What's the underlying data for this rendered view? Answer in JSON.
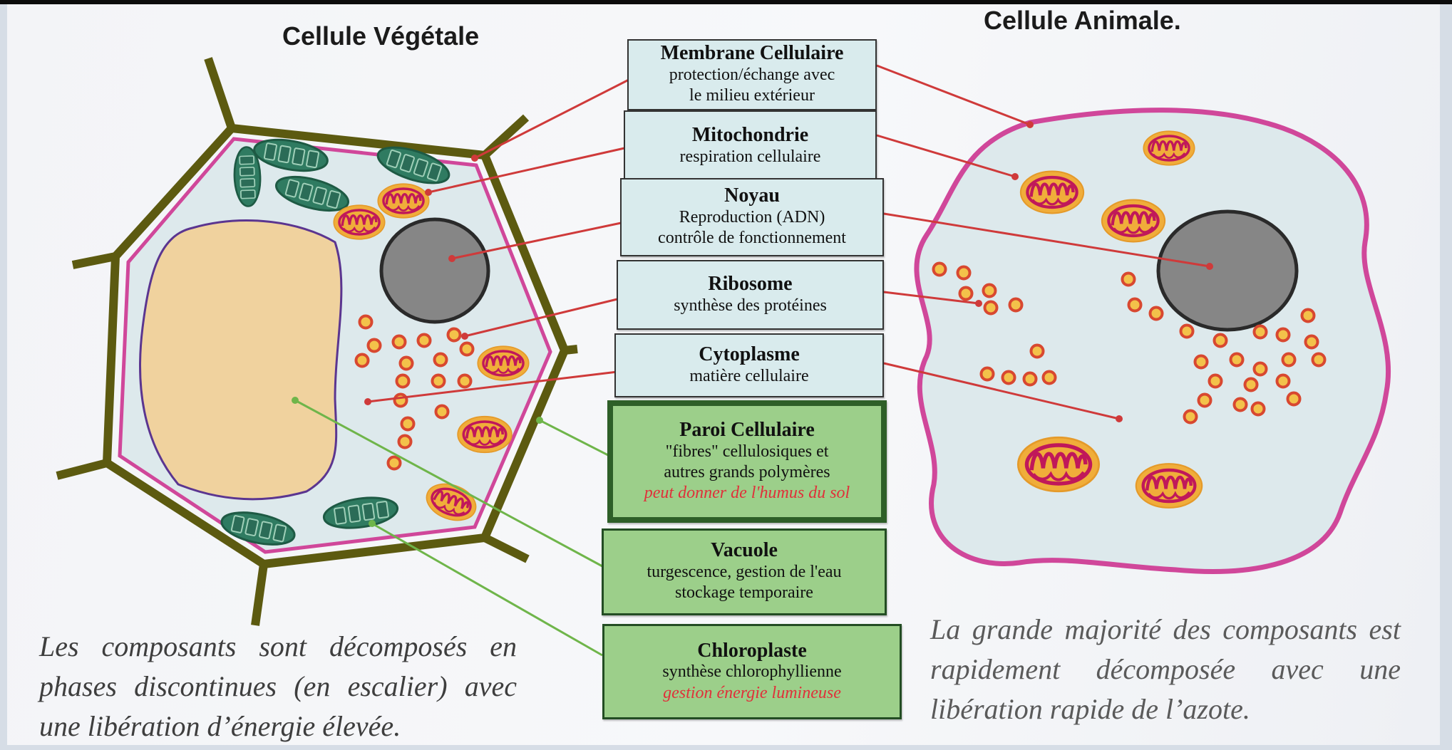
{
  "titles": {
    "plant": "Cellule Végétale",
    "animal": "Cellule Animale."
  },
  "components": [
    {
      "id": "membrane",
      "title": "Membrane Cellulaire",
      "lines": [
        "protection/échange avec",
        "le milieu extérieur"
      ],
      "note": ""
    },
    {
      "id": "mitochondrie",
      "title": "Mitochondrie",
      "lines": [
        "respiration cellulaire"
      ],
      "note": ""
    },
    {
      "id": "noyau",
      "title": "Noyau",
      "lines": [
        "Reproduction (ADN)",
        "contrôle de fonctionnement"
      ],
      "note": ""
    },
    {
      "id": "ribosome",
      "title": "Ribosome",
      "lines": [
        "synthèse des protéines"
      ],
      "note": ""
    },
    {
      "id": "cytoplasme",
      "title": "Cytoplasme",
      "lines": [
        "matière cellulaire"
      ],
      "note": ""
    },
    {
      "id": "paroi",
      "title": "Paroi Cellulaire",
      "lines": [
        "\"fibres\" cellulosiques et",
        "autres grands polymères"
      ],
      "note": "peut donner de l'humus du sol"
    },
    {
      "id": "vacuole",
      "title": "Vacuole",
      "lines": [
        "turgescence, gestion de l'eau",
        "stockage temporaire"
      ],
      "note": ""
    },
    {
      "id": "chloroplaste",
      "title": "Chloroplaste",
      "lines": [
        "synthèse chlorophyllienne"
      ],
      "note": "gestion énergie lumineuse"
    }
  ],
  "captions": {
    "plant": "Les composants sont décomposés en phases discontinues (en escalier) avec une libération d’énergie élevée.",
    "animal": "La grande majorité des composants est rapidement décomposée avec une libération rapide de l’azote."
  },
  "colors": {
    "cell_wall": "#5c5a10",
    "membrane": "#d0479a",
    "cytoplasm": "#dde9ec",
    "vacuole_fill": "#f0d29e",
    "vacuole_border": "#5b3590",
    "nucleus": "#868686",
    "mitochondria_outer": "#f0ad3a",
    "mitochondria_inner": "#c0185a",
    "chloroplast": "#2f7b61",
    "ribosome": "#d84830",
    "leader_red": "#cf3a3a",
    "leader_green": "#6fb54a",
    "box_blue": "#d9ebed",
    "box_green": "#9ccf8a",
    "note_red": "#e0303a"
  },
  "icons": [
    "mitochondria-icon",
    "chloroplast-icon",
    "ribosome-icon",
    "nucleus-icon",
    "vacuole-icon"
  ]
}
